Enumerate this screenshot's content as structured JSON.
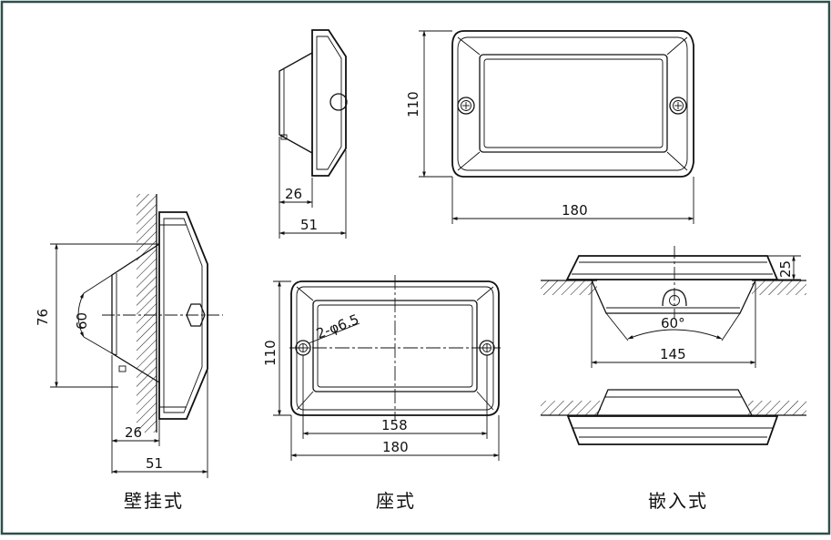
{
  "colors": {
    "frame": "#2e4f4a",
    "line": "#111111",
    "background": "#ffffff"
  },
  "top_side_view": {
    "dim_depth": "26",
    "dim_total": "51"
  },
  "top_front_view": {
    "dim_height": "110",
    "dim_width": "180"
  },
  "wall_mount_view": {
    "dim_height": "76",
    "dim_angle": "60",
    "dim_depth": "26",
    "dim_total": "51"
  },
  "seat_view": {
    "dim_height": "110",
    "hole_spec": "2-φ6.5",
    "dim_hole_spacing": "158",
    "dim_width": "180"
  },
  "embedded_view": {
    "dim_flange": "25",
    "dim_angle": "60°",
    "dim_cutout": "145"
  },
  "captions": {
    "wall_mount": "壁挂式",
    "seat": "座式",
    "embedded": "嵌入式"
  }
}
